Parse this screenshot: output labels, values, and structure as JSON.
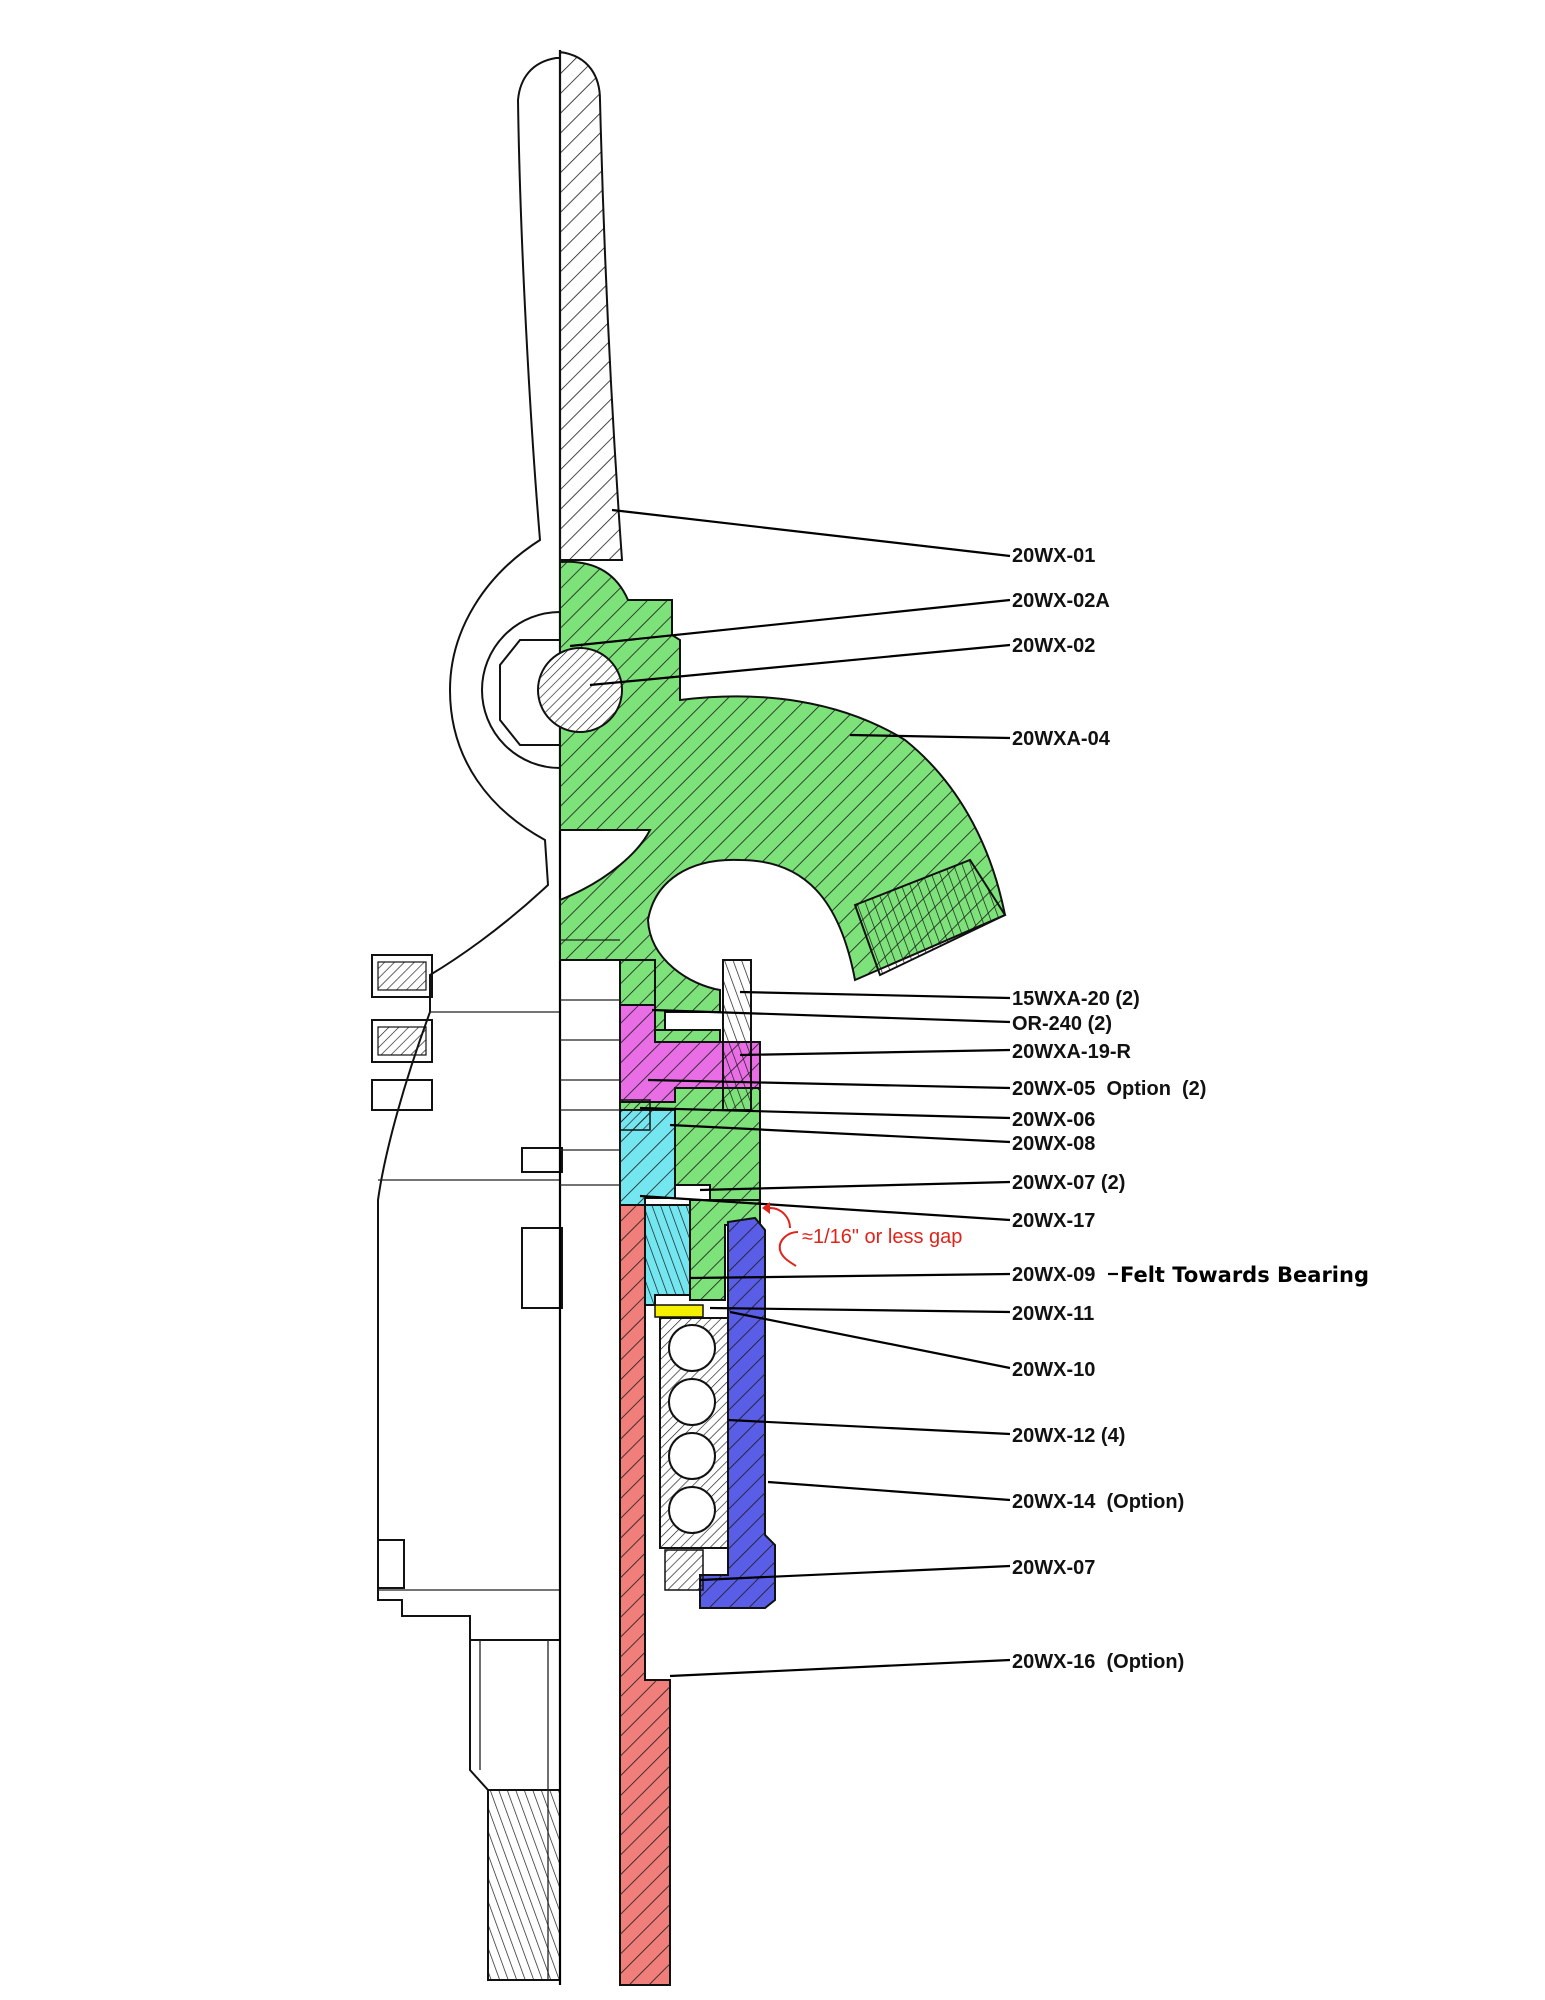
{
  "labels": [
    "20WX-01",
    "20WX-02A",
    "20WX-02",
    "20WXA-04",
    "15WXA-20 (2)",
    "OR-240 (2)",
    "20WXA-19-R",
    "20WX-05  Option  (2)",
    "20WX-06",
    "20WX-08",
    "20WX-07 (2)",
    "20WX-17",
    "20WX-09",
    "20WX-11",
    "20WX-10",
    "20WX-12 (4)",
    "20WX-14  (Option)",
    "20WX-07",
    "20WX-16  (Option)"
  ],
  "notes": {
    "gap": "≈1/16\" or less gap",
    "felt_dash": "–",
    "felt": "Felt Towards Bearing"
  },
  "colors": {
    "green": "#7ee27a",
    "magenta": "#e96ee6",
    "cyan": "#74e6f0",
    "blue": "#5a5de6",
    "red": "#f07e7a",
    "yellow": "#f4f000",
    "annotation_red": "#e0241b"
  }
}
